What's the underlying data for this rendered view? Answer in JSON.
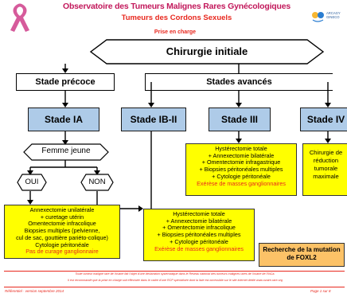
{
  "header": {
    "title": "Observatoire des Tumeurs Malignes Rares Gynécologiques",
    "subtitle": "Tumeurs des Cordons Sexuels",
    "section": "Prise en charge",
    "logo_text": "ARCAGY\nGINECO"
  },
  "flow": {
    "main_node": "Chirurgie initiale",
    "early_branch": "Stade précoce",
    "advanced_branch": "Stades avancés",
    "stage_ia": "Stade IA",
    "stage_ib_ii": "Stade IB-II",
    "stage_iii": "Stade III",
    "stage_iv": "Stade IV",
    "decision": "Femme jeune",
    "yes": "OUI",
    "no": "NON"
  },
  "boxes": {
    "iii": [
      "Hystérectomie totale",
      "+ Annexectomie bilatérale",
      "+ Omentectomie infragastrique",
      "+ Biopsies péritonéales multiples",
      "+ Cytologie péritonéale"
    ],
    "iii_red": "Exérèse de masses ganglionnaires",
    "iv": [
      "Chirurgie de",
      "réduction",
      "tumorale",
      "maximale"
    ],
    "yes": [
      "Annexectomie unilatérale",
      "+ curetage utérin",
      "Omentectomie infracolique",
      "Biopsies multiples (pelvienne,",
      "cul de sac, gouttière pariéto-colique)",
      "Cytologie péritonéale"
    ],
    "yes_red": "Pas de curage ganglionnaire",
    "ib": [
      "Hystérectomie totale",
      "+ Annexectomie bilatérale",
      "+ Omentectomie infracolique",
      "+ Biopsies péritonéales multiples",
      "+ Cytologie péritonéale"
    ],
    "ib_red": "Exérèse de masses ganglionnaires",
    "foxl2": [
      "Recherche de la mutation",
      "de FOXL2"
    ]
  },
  "footer": {
    "note1": "Toute tumeur maligne rare de l'ovaire fait l'objet d'une déclaration systématique dans le Réseau national des tumeurs malignes rares de l'ovaire de l'INCa.",
    "note2": "Il est recommandé que la prise en charge soit effectuée dans le cadre d'une RCP spécialisée dont la liste est accessible sur le site internet dédié www.ovaire-rare.org",
    "version": "Référentiel - version septembre 2014",
    "page": "Page 1 sur 8"
  },
  "colors": {
    "title": "#c2185b",
    "subtitle": "#e8281e",
    "stage_fill": "#aecbe8",
    "box_yellow": "#ffff00",
    "box_orange": "#fcc267",
    "footer_text": "#e8281e"
  }
}
